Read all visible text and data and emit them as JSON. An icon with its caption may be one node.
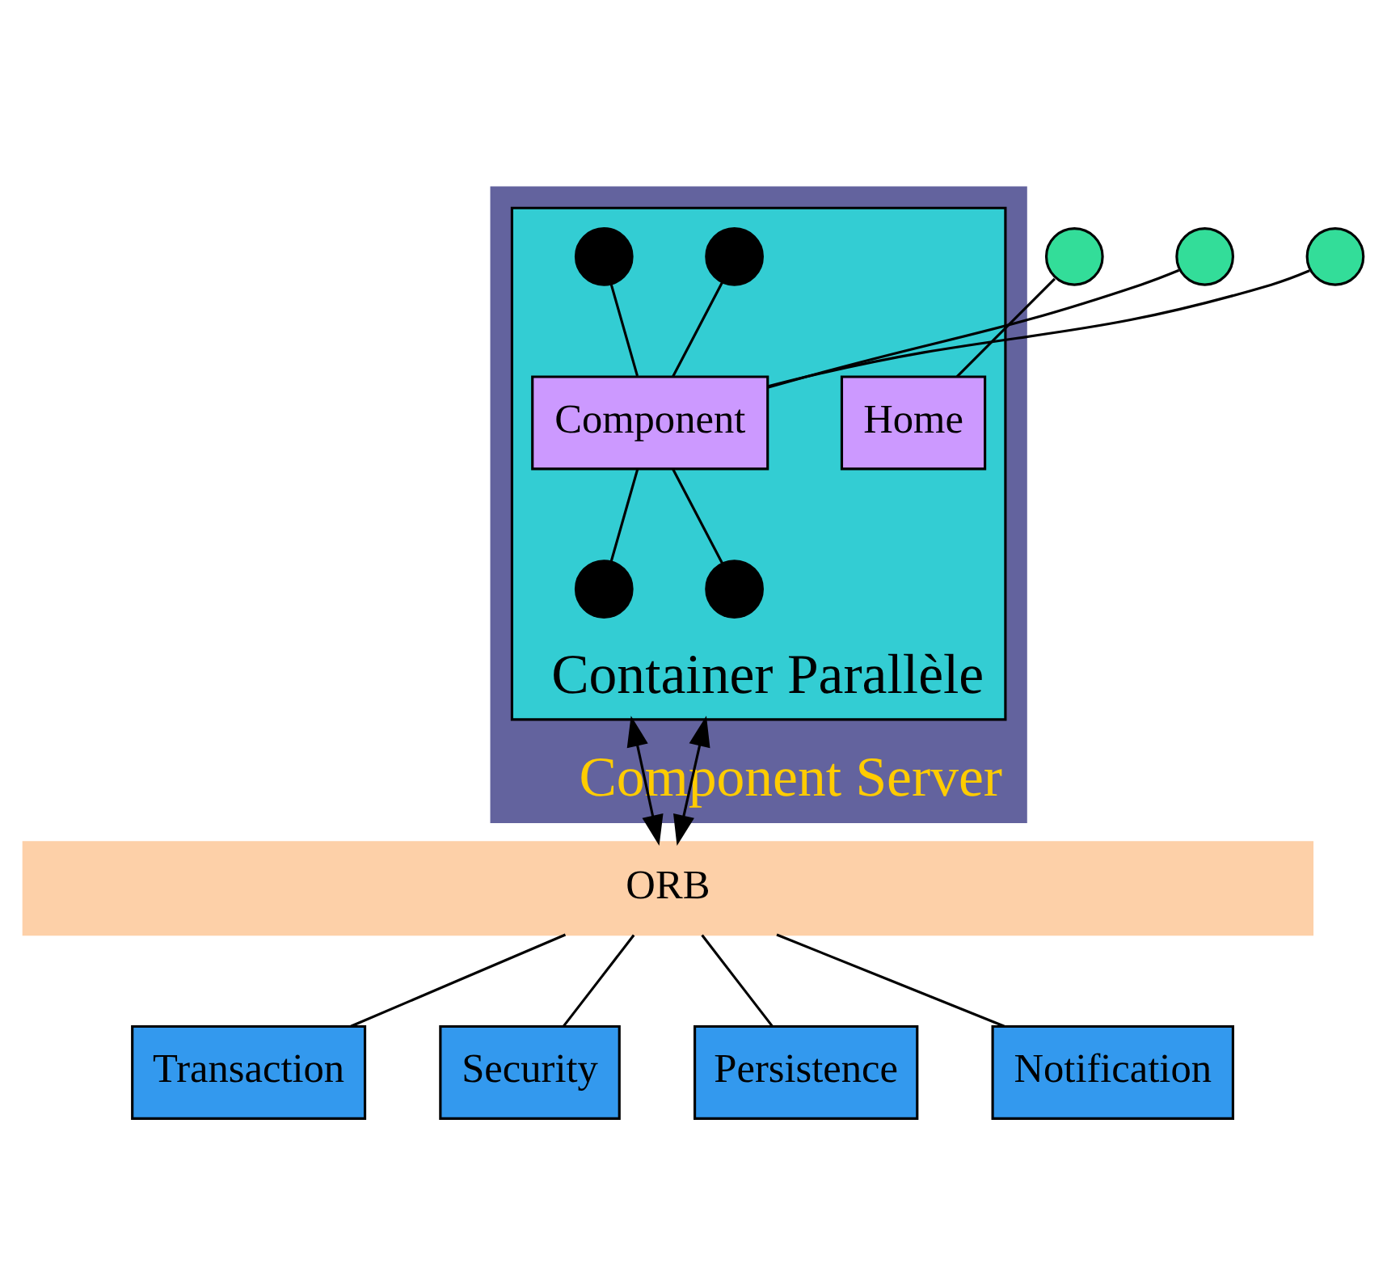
{
  "diagram": {
    "nodes": [
      {
        "text": [
          "Component Server"
        ]
      },
      {
        "text": [
          "Container Parallèle"
        ],
        "in": 0
      },
      {
        "text": [
          "Home"
        ],
        "in": 1
      },
      {
        "text": [
          "Component"
        ],
        "in": 1
      },
      {
        "text": [],
        "shape": "circle"
      },
      {
        "text": [],
        "shape": "circle"
      },
      {
        "text": [],
        "shape": "circle"
      },
      {
        "text": [],
        "shape": "circle",
        "in": 1
      },
      {
        "text": [],
        "shape": "circle",
        "in": 1
      },
      {
        "text": [],
        "shape": "circle",
        "in": 1
      },
      {
        "text": [],
        "shape": "circle",
        "in": 1
      },
      {
        "text": [
          "ORB"
        ]
      },
      {
        "text": [
          "Transaction"
        ]
      },
      {
        "text": [
          "Security"
        ]
      },
      {
        "text": [
          "Persistence"
        ]
      },
      {
        "text": [
          "Notification"
        ]
      }
    ],
    "edges": [
      {
        "from": 4,
        "to": 2,
        "arrow": "none"
      },
      {
        "from": 5,
        "to": 3,
        "arrow": "none"
      },
      {
        "from": 6,
        "to": 3,
        "arrow": "none"
      },
      {
        "from": 7,
        "to": 3,
        "arrow": "none"
      },
      {
        "from": 8,
        "to": 3,
        "arrow": "none"
      },
      {
        "from": 3,
        "to": 9,
        "arrow": "none"
      },
      {
        "from": 3,
        "to": 10,
        "arrow": "none"
      },
      {
        "from": 1,
        "to": 11,
        "arrow": "both"
      },
      {
        "from": 1,
        "to": 11,
        "arrow": "both"
      },
      {
        "from": 11,
        "to": 12,
        "arrow": "none"
      },
      {
        "from": 11,
        "to": 13,
        "arrow": "none"
      },
      {
        "from": 11,
        "to": 14,
        "arrow": "none"
      },
      {
        "from": 11,
        "to": 15,
        "arrow": "none"
      }
    ]
  }
}
